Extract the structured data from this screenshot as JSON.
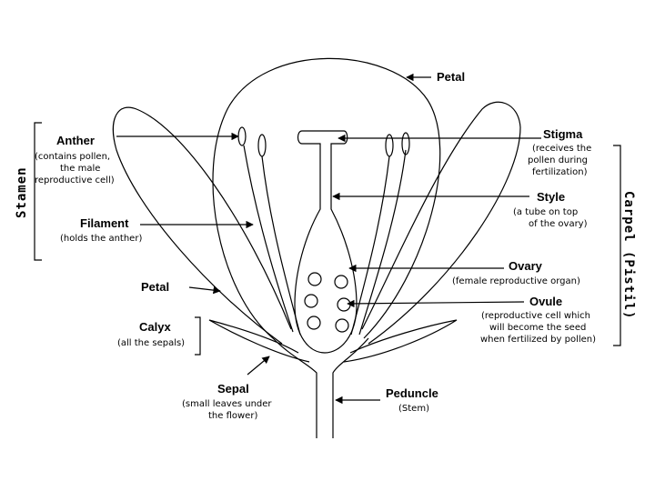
{
  "labels": {
    "petal_top": "Petal",
    "anther": "Anther",
    "anther_desc": [
      "(contains pollen,",
      "the male",
      "reproductive cell)"
    ],
    "stamen": "Stamen",
    "filament": "Filament",
    "filament_desc": "(holds the anther)",
    "petal_left": "Petal",
    "calyx": "Calyx",
    "calyx_desc": "(all the sepals)",
    "sepal": "Sepal",
    "sepal_desc": [
      "(small leaves under",
      "the flower)"
    ],
    "stigma": "Stigma",
    "stigma_desc": [
      "(receives the",
      "pollen during",
      "fertilization)"
    ],
    "style": "Style",
    "style_desc": [
      "(a tube on top",
      "of the ovary)"
    ],
    "carpel": "Carpel (Pistil)",
    "ovary": "Ovary",
    "ovary_desc": "(female reproductive organ)",
    "ovule": "Ovule",
    "ovule_desc": [
      "(reproductive cell which",
      "will become the seed",
      "when fertilized by pollen)"
    ],
    "peduncle": "Peduncle",
    "peduncle_desc": "(Stem)"
  }
}
